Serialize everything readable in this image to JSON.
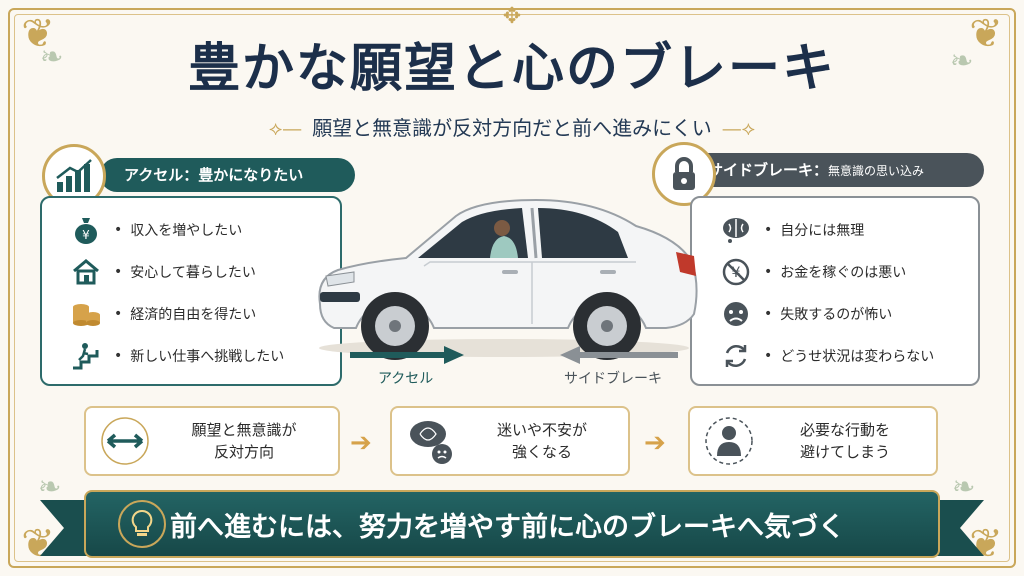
{
  "title": "豊かな願望と心のブレーキ",
  "subtitle": "願望と無意識が反対方向だと前へ進みにくい",
  "accel": {
    "header": "アクセル：豊かになりたい",
    "items": [
      {
        "icon": "money-bag-icon",
        "label": "収入を増やしたい"
      },
      {
        "icon": "house-icon",
        "label": "安心して暮らしたい"
      },
      {
        "icon": "coins-icon",
        "label": "経済的自由を得たい"
      },
      {
        "icon": "climbing-stairs-icon",
        "label": "新しい仕事へ挑戦したい"
      }
    ],
    "arrow_label": "アクセル"
  },
  "brake": {
    "header_main": "サイドブレーキ：",
    "header_sub": "無意識の思い込み",
    "items": [
      {
        "icon": "brain-icon",
        "label": "自分には無理"
      },
      {
        "icon": "no-yen-icon",
        "label": "お金を稼ぐのは悪い"
      },
      {
        "icon": "worried-face-icon",
        "label": "失敗するのが怖い"
      },
      {
        "icon": "cycle-icon",
        "label": "どうせ状況は変わらない"
      }
    ],
    "arrow_label": "サイドブレーキ"
  },
  "steps": [
    {
      "icon": "opposing-arrows-icon",
      "line1": "願望と無意識が",
      "line2": "反対方向"
    },
    {
      "icon": "anxious-thought-icon",
      "line1": "迷いや不安が",
      "line2": "強くなる"
    },
    {
      "icon": "person-icon",
      "line1": "必要な行動を",
      "line2": "避けてしまう"
    }
  ],
  "banner": "前へ進むには、努力を増やす前に心のブレーキへ気づく",
  "colors": {
    "teal": "#1f5b5b",
    "gold": "#c9a75a",
    "navy": "#1c2f4a",
    "gray": "#4a535a"
  }
}
